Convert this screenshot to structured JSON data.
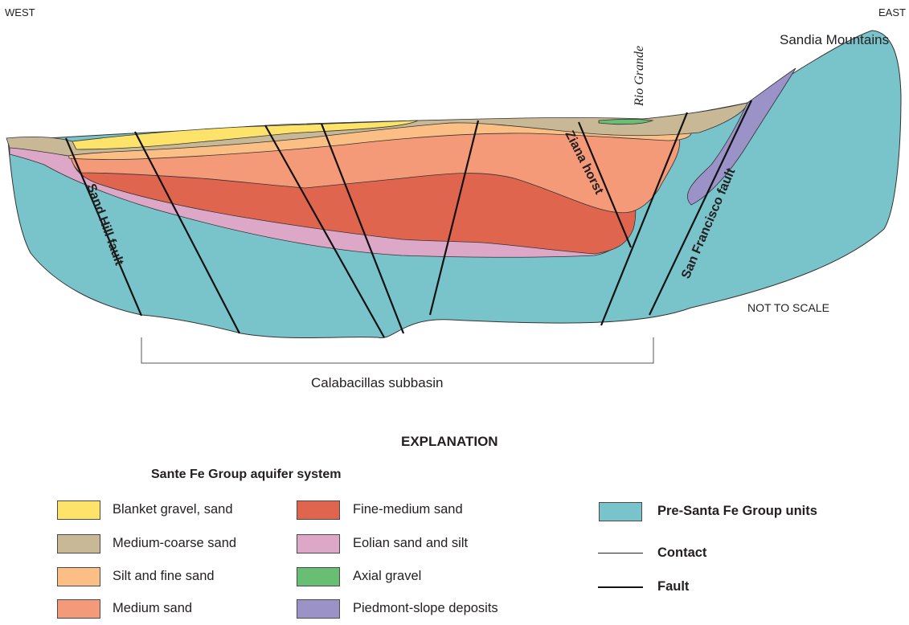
{
  "orientation": {
    "west": "WEST",
    "east": "EAST"
  },
  "places": {
    "mountains": "Sandia Mountains",
    "river": "Rio Grande",
    "scale_note": "NOT TO SCALE",
    "subbasin": "Calabacillas subbasin"
  },
  "faults": {
    "sand_hill": "Sand Hill fault",
    "ziana": "Ziana horst",
    "san_francisco": "San Francisco fault"
  },
  "explanation": {
    "title": "EXPLANATION",
    "group_heading": "Sante Fe Group aquifer system",
    "units": [
      {
        "label": "Blanket gravel, sand",
        "color": "#fde36a"
      },
      {
        "label": "Medium-coarse sand",
        "color": "#c8b896"
      },
      {
        "label": "Silt and fine sand",
        "color": "#fbbf86"
      },
      {
        "label": "Medium sand",
        "color": "#f59a78"
      },
      {
        "label": "Fine-medium sand",
        "color": "#e0654f"
      },
      {
        "label": "Eolian sand and silt",
        "color": "#dda7c7"
      },
      {
        "label": "Axial gravel",
        "color": "#68be73"
      },
      {
        "label": "Piedmont-slope deposits",
        "color": "#9b93c8"
      }
    ],
    "pre_santa_fe": {
      "label": "Pre-Santa Fe Group units",
      "color": "#79c4ca"
    },
    "contact": "Contact",
    "fault": "Fault"
  }
}
